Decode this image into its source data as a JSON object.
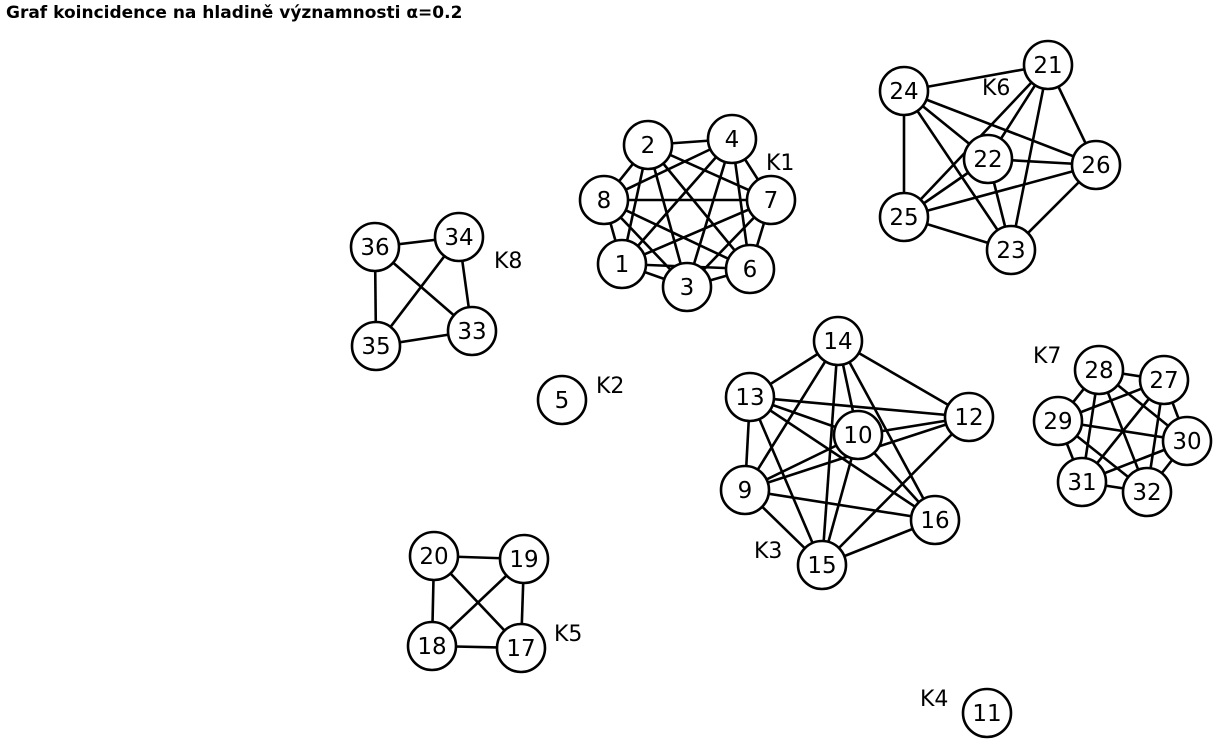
{
  "title": "Graf koincidence na hladině významnosti α=0.2",
  "colors": {
    "stroke": "#000000",
    "fill": "#ffffff"
  },
  "nodes": [
    "1",
    "2",
    "3",
    "4",
    "5",
    "6",
    "7",
    "8",
    "9",
    "10",
    "11",
    "12",
    "13",
    "14",
    "15",
    "16",
    "17",
    "18",
    "19",
    "20",
    "21",
    "22",
    "23",
    "24",
    "25",
    "26",
    "27",
    "28",
    "29",
    "30",
    "31",
    "32",
    "33",
    "34",
    "35",
    "36"
  ],
  "clusters": [
    {
      "label": "K1",
      "members": [
        "1",
        "2",
        "3",
        "4",
        "6",
        "7",
        "8"
      ]
    },
    {
      "label": "K2",
      "members": [
        "5"
      ]
    },
    {
      "label": "K3",
      "members": [
        "9",
        "10",
        "12",
        "13",
        "14",
        "15",
        "16"
      ]
    },
    {
      "label": "K4",
      "members": [
        "11"
      ]
    },
    {
      "label": "K5",
      "members": [
        "17",
        "18",
        "19",
        "20"
      ]
    },
    {
      "label": "K6",
      "members": [
        "21",
        "22",
        "23",
        "24",
        "25",
        "26"
      ]
    },
    {
      "label": "K7",
      "members": [
        "27",
        "28",
        "29",
        "30",
        "31",
        "32"
      ]
    },
    {
      "label": "K8",
      "members": [
        "33",
        "34",
        "35",
        "36"
      ]
    }
  ],
  "edges": [
    [
      "1",
      "2"
    ],
    [
      "1",
      "3"
    ],
    [
      "1",
      "4"
    ],
    [
      "1",
      "6"
    ],
    [
      "1",
      "7"
    ],
    [
      "1",
      "8"
    ],
    [
      "2",
      "3"
    ],
    [
      "2",
      "4"
    ],
    [
      "2",
      "6"
    ],
    [
      "2",
      "7"
    ],
    [
      "2",
      "8"
    ],
    [
      "3",
      "4"
    ],
    [
      "3",
      "6"
    ],
    [
      "3",
      "7"
    ],
    [
      "3",
      "8"
    ],
    [
      "4",
      "6"
    ],
    [
      "4",
      "7"
    ],
    [
      "4",
      "8"
    ],
    [
      "6",
      "7"
    ],
    [
      "6",
      "8"
    ],
    [
      "7",
      "8"
    ],
    [
      "9",
      "10"
    ],
    [
      "9",
      "12"
    ],
    [
      "9",
      "13"
    ],
    [
      "9",
      "14"
    ],
    [
      "9",
      "15"
    ],
    [
      "9",
      "16"
    ],
    [
      "10",
      "12"
    ],
    [
      "10",
      "13"
    ],
    [
      "10",
      "14"
    ],
    [
      "10",
      "15"
    ],
    [
      "10",
      "16"
    ],
    [
      "12",
      "13"
    ],
    [
      "12",
      "14"
    ],
    [
      "12",
      "15"
    ],
    [
      "13",
      "14"
    ],
    [
      "13",
      "15"
    ],
    [
      "13",
      "16"
    ],
    [
      "14",
      "15"
    ],
    [
      "14",
      "16"
    ],
    [
      "15",
      "16"
    ],
    [
      "17",
      "18"
    ],
    [
      "17",
      "19"
    ],
    [
      "17",
      "20"
    ],
    [
      "18",
      "19"
    ],
    [
      "18",
      "20"
    ],
    [
      "19",
      "20"
    ],
    [
      "21",
      "22"
    ],
    [
      "21",
      "23"
    ],
    [
      "21",
      "24"
    ],
    [
      "21",
      "25"
    ],
    [
      "21",
      "26"
    ],
    [
      "22",
      "23"
    ],
    [
      "22",
      "24"
    ],
    [
      "22",
      "25"
    ],
    [
      "22",
      "26"
    ],
    [
      "23",
      "24"
    ],
    [
      "23",
      "25"
    ],
    [
      "23",
      "26"
    ],
    [
      "24",
      "25"
    ],
    [
      "24",
      "26"
    ],
    [
      "25",
      "26"
    ],
    [
      "27",
      "28"
    ],
    [
      "27",
      "29"
    ],
    [
      "27",
      "30"
    ],
    [
      "27",
      "31"
    ],
    [
      "27",
      "32"
    ],
    [
      "28",
      "29"
    ],
    [
      "28",
      "30"
    ],
    [
      "28",
      "31"
    ],
    [
      "28",
      "32"
    ],
    [
      "29",
      "30"
    ],
    [
      "29",
      "31"
    ],
    [
      "29",
      "32"
    ],
    [
      "30",
      "31"
    ],
    [
      "30",
      "32"
    ],
    [
      "31",
      "32"
    ],
    [
      "33",
      "34"
    ],
    [
      "33",
      "35"
    ],
    [
      "34",
      "35"
    ],
    [
      "34",
      "36"
    ],
    [
      "35",
      "36"
    ],
    [
      "33",
      "36"
    ]
  ]
}
